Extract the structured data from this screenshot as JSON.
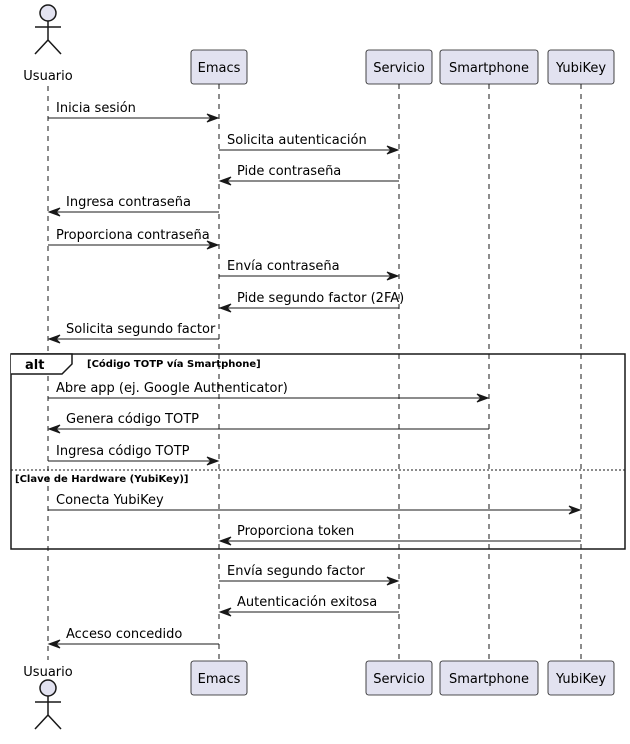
{
  "participants": [
    {
      "id": "usuario",
      "label": "Usuario",
      "type": "actor"
    },
    {
      "id": "emacs",
      "label": "Emacs",
      "type": "box"
    },
    {
      "id": "servicio",
      "label": "Servicio",
      "type": "box"
    },
    {
      "id": "smartphone",
      "label": "Smartphone",
      "type": "box"
    },
    {
      "id": "yubikey",
      "label": "YubiKey",
      "type": "box"
    }
  ],
  "messages": [
    {
      "from": "usuario",
      "to": "emacs",
      "text": "Inicia sesión"
    },
    {
      "from": "emacs",
      "to": "servicio",
      "text": "Solicita autenticación"
    },
    {
      "from": "servicio",
      "to": "emacs",
      "text": "Pide contraseña"
    },
    {
      "from": "emacs",
      "to": "usuario",
      "text": "Ingresa contraseña"
    },
    {
      "from": "usuario",
      "to": "emacs",
      "text": "Proporciona contraseña"
    },
    {
      "from": "emacs",
      "to": "servicio",
      "text": "Envía contraseña"
    },
    {
      "from": "servicio",
      "to": "emacs",
      "text": "Pide segundo factor (2FA)"
    },
    {
      "from": "emacs",
      "to": "usuario",
      "text": "Solicita segundo factor"
    },
    {
      "from": "usuario",
      "to": "smartphone",
      "text": "Abre app (ej. Google Authenticator)"
    },
    {
      "from": "smartphone",
      "to": "usuario",
      "text": "Genera código TOTP"
    },
    {
      "from": "usuario",
      "to": "emacs",
      "text": "Ingresa código TOTP"
    },
    {
      "from": "usuario",
      "to": "yubikey",
      "text": "Conecta YubiKey"
    },
    {
      "from": "yubikey",
      "to": "emacs",
      "text": "Proporciona token"
    },
    {
      "from": "emacs",
      "to": "servicio",
      "text": "Envía segundo factor"
    },
    {
      "from": "servicio",
      "to": "emacs",
      "text": "Autenticación exitosa"
    },
    {
      "from": "emacs",
      "to": "usuario",
      "text": "Acceso concedido"
    }
  ],
  "alt_group": {
    "keyword": "alt",
    "first_guard": "[Código TOTP vía Smartphone]",
    "else_guard": "[Clave de Hardware (YubiKey)]"
  },
  "colors": {
    "participant_fill": "#E2E2F0",
    "participant_border": "#181818",
    "lifeline": "#181818",
    "arrow": "#181818"
  }
}
